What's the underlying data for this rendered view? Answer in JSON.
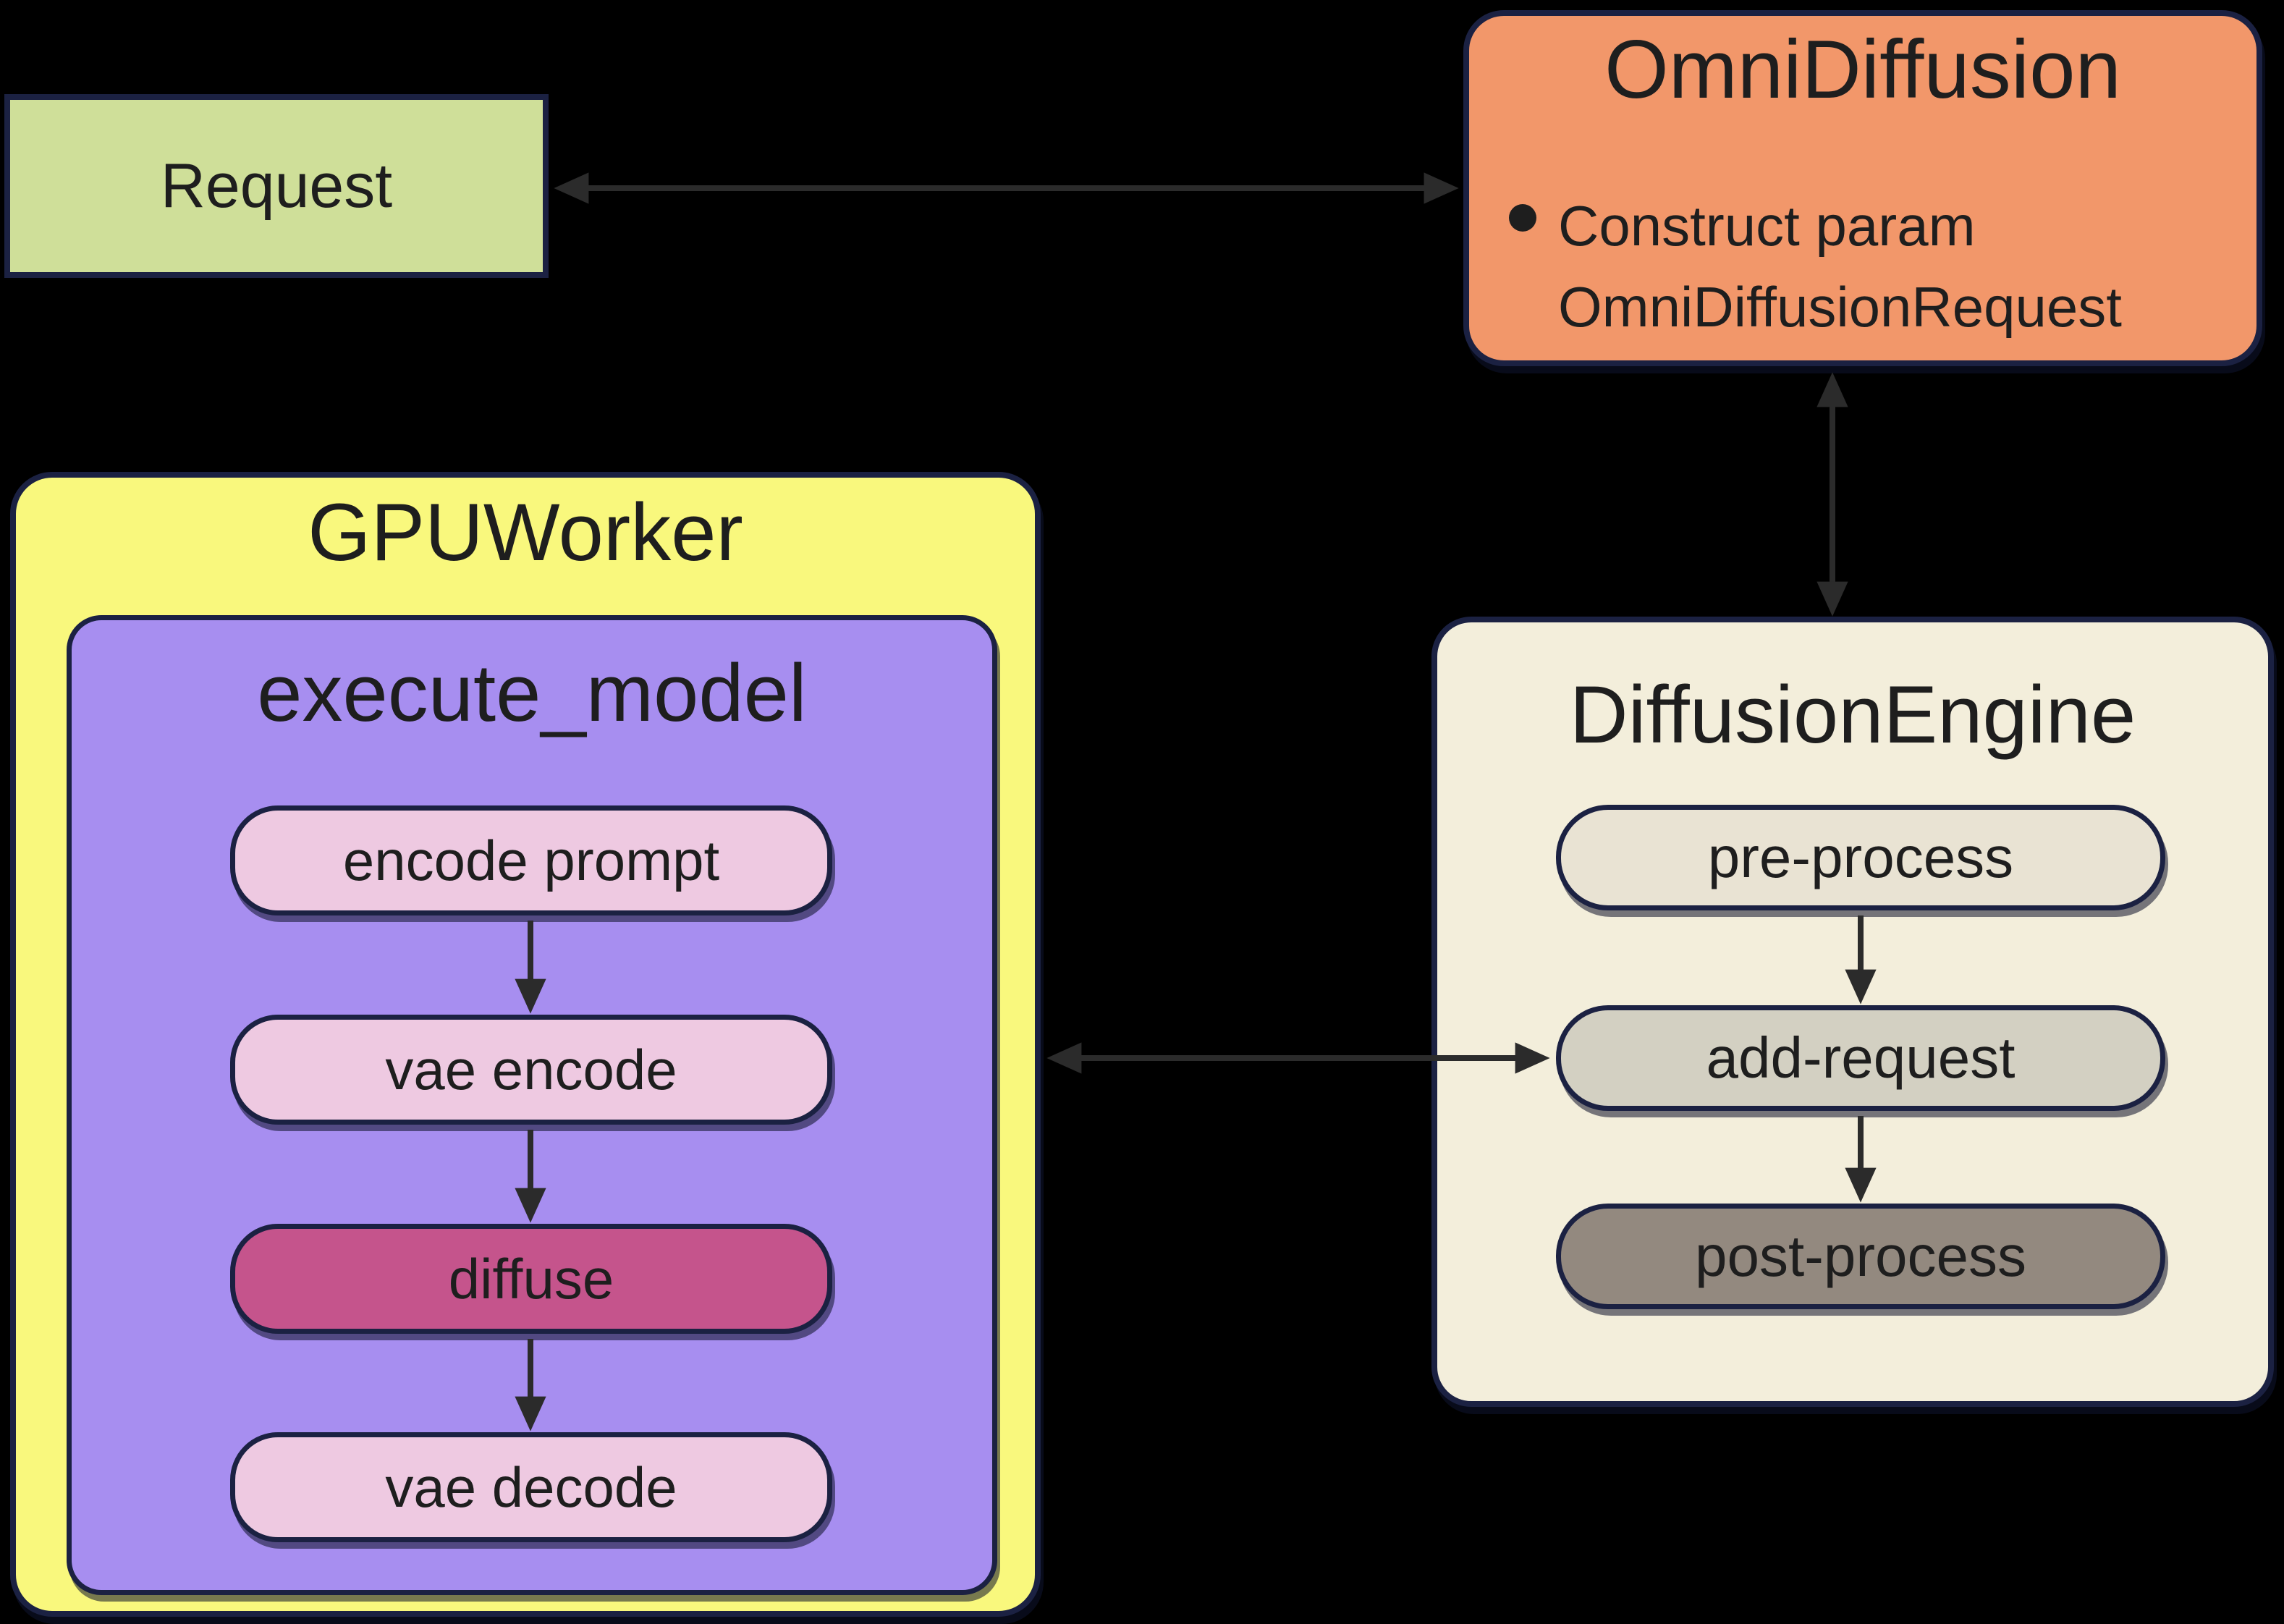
{
  "diagram_title": "",
  "colors": {
    "bg": "#000000",
    "navy": "#1b2142",
    "arrow": "#2b2b2b",
    "text": "#1e1e1e",
    "request_fill": "#cfdf99",
    "omni_fill": "#f2976a",
    "gpu_fill": "#f9f87d",
    "exec_fill": "#a78ef0",
    "pill_pink": "#eec9e1",
    "pill_magenta": "#c5548c",
    "engine_fill": "#f3eedb",
    "step_light": "#e9e3d3",
    "step_mid": "#d3d0c2",
    "step_dark": "#93897f"
  },
  "request": {
    "label": "Request"
  },
  "omnidiffusion": {
    "title": "OmniDiffusion",
    "bullet": {
      "line1": "Construct param",
      "line2": "OmniDiffusionRequest"
    }
  },
  "gpuworker": {
    "title": "GPUWorker",
    "execute_model": {
      "title": "execute_model",
      "steps": [
        {
          "label": "encode prompt"
        },
        {
          "label": "vae encode"
        },
        {
          "label": "diffuse",
          "emphasis": true
        },
        {
          "label": "vae decode"
        }
      ]
    }
  },
  "diffusionengine": {
    "title": "DiffusionEngine",
    "steps": [
      {
        "label": "pre-process"
      },
      {
        "label": "add-request"
      },
      {
        "label": "post-process"
      }
    ]
  },
  "edges": [
    {
      "from": "Request",
      "to": "OmniDiffusion",
      "style": "bidirectional"
    },
    {
      "from": "OmniDiffusion",
      "to": "DiffusionEngine",
      "style": "bidirectional"
    },
    {
      "from": "GPUWorker",
      "to": "add-request",
      "style": "bidirectional"
    },
    {
      "from": "encode prompt",
      "to": "vae encode",
      "style": "directed"
    },
    {
      "from": "vae encode",
      "to": "diffuse",
      "style": "directed"
    },
    {
      "from": "diffuse",
      "to": "vae decode",
      "style": "directed"
    },
    {
      "from": "pre-process",
      "to": "add-request",
      "style": "directed"
    },
    {
      "from": "add-request",
      "to": "post-process",
      "style": "directed"
    }
  ]
}
